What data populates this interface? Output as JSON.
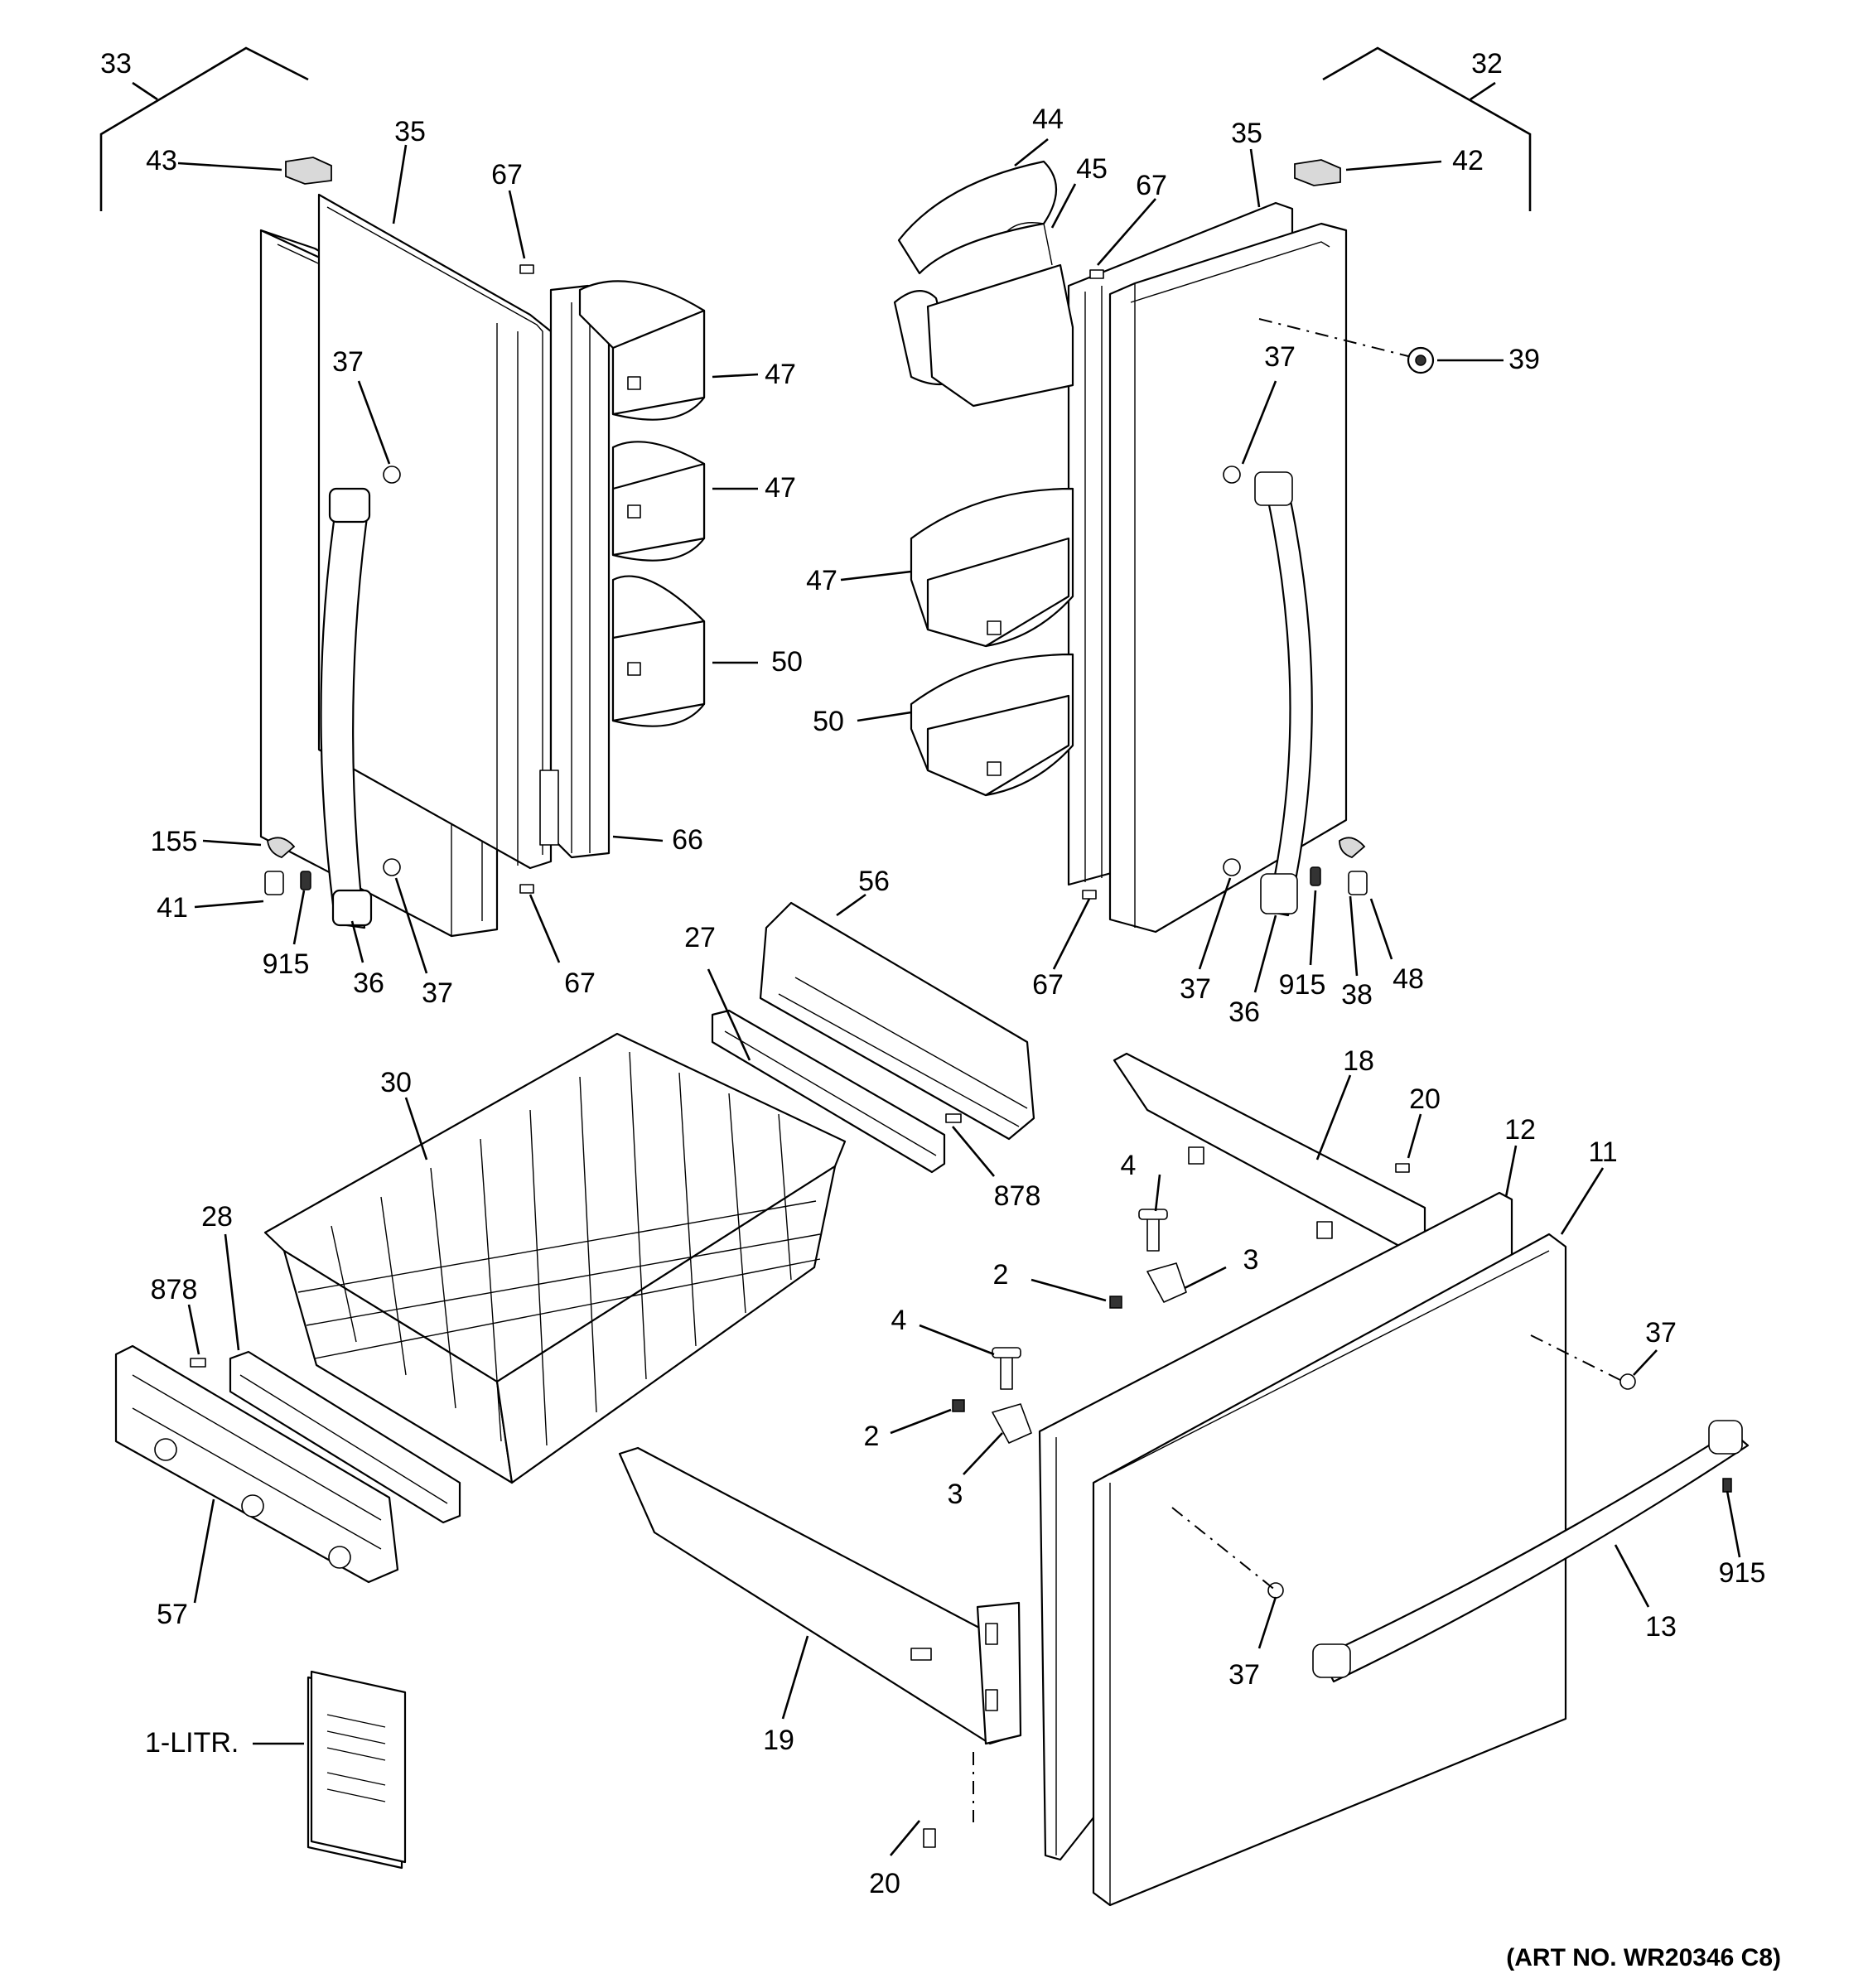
{
  "diagram": {
    "callouts": [
      {
        "id": "c33",
        "text": "33"
      },
      {
        "id": "c32",
        "text": "32"
      },
      {
        "id": "c43",
        "text": "43"
      },
      {
        "id": "c35l",
        "text": "35"
      },
      {
        "id": "c67a",
        "text": "67"
      },
      {
        "id": "c44",
        "text": "44"
      },
      {
        "id": "c45",
        "text": "45"
      },
      {
        "id": "c67b",
        "text": "67"
      },
      {
        "id": "c35r",
        "text": "35"
      },
      {
        "id": "c42",
        "text": "42"
      },
      {
        "id": "c37a",
        "text": "37"
      },
      {
        "id": "c47a",
        "text": "47"
      },
      {
        "id": "c47b",
        "text": "47"
      },
      {
        "id": "c50a",
        "text": "50"
      },
      {
        "id": "c39",
        "text": "39"
      },
      {
        "id": "c37b",
        "text": "37"
      },
      {
        "id": "c47c",
        "text": "47"
      },
      {
        "id": "c50b",
        "text": "50"
      },
      {
        "id": "c155",
        "text": "155"
      },
      {
        "id": "c41",
        "text": "41"
      },
      {
        "id": "c915a",
        "text": "915"
      },
      {
        "id": "c36a",
        "text": "36"
      },
      {
        "id": "c37c",
        "text": "37"
      },
      {
        "id": "c67c",
        "text": "67"
      },
      {
        "id": "c66",
        "text": "66"
      },
      {
        "id": "c56",
        "text": "56"
      },
      {
        "id": "c27",
        "text": "27"
      },
      {
        "id": "c67d",
        "text": "67"
      },
      {
        "id": "c37d",
        "text": "37"
      },
      {
        "id": "c36b",
        "text": "36"
      },
      {
        "id": "c915b",
        "text": "915"
      },
      {
        "id": "c38",
        "text": "38"
      },
      {
        "id": "c48",
        "text": "48"
      },
      {
        "id": "c30",
        "text": "30"
      },
      {
        "id": "c18",
        "text": "18"
      },
      {
        "id": "c20a",
        "text": "20"
      },
      {
        "id": "c12",
        "text": "12"
      },
      {
        "id": "c11",
        "text": "11"
      },
      {
        "id": "c878a",
        "text": "878"
      },
      {
        "id": "c4a",
        "text": "4"
      },
      {
        "id": "c28",
        "text": "28"
      },
      {
        "id": "c2a",
        "text": "2"
      },
      {
        "id": "c3a",
        "text": "3"
      },
      {
        "id": "c878b",
        "text": "878"
      },
      {
        "id": "c4b",
        "text": "4"
      },
      {
        "id": "c37e",
        "text": "37"
      },
      {
        "id": "c2b",
        "text": "2"
      },
      {
        "id": "c3b",
        "text": "3"
      },
      {
        "id": "c915c",
        "text": "915"
      },
      {
        "id": "c57",
        "text": "57"
      },
      {
        "id": "c13",
        "text": "13"
      },
      {
        "id": "c37f",
        "text": "37"
      },
      {
        "id": "c19",
        "text": "19"
      },
      {
        "id": "c1litr",
        "text": "1-LITR."
      },
      {
        "id": "c20b",
        "text": "20"
      }
    ],
    "art_number": "(ART NO. WR20346 C8)"
  }
}
